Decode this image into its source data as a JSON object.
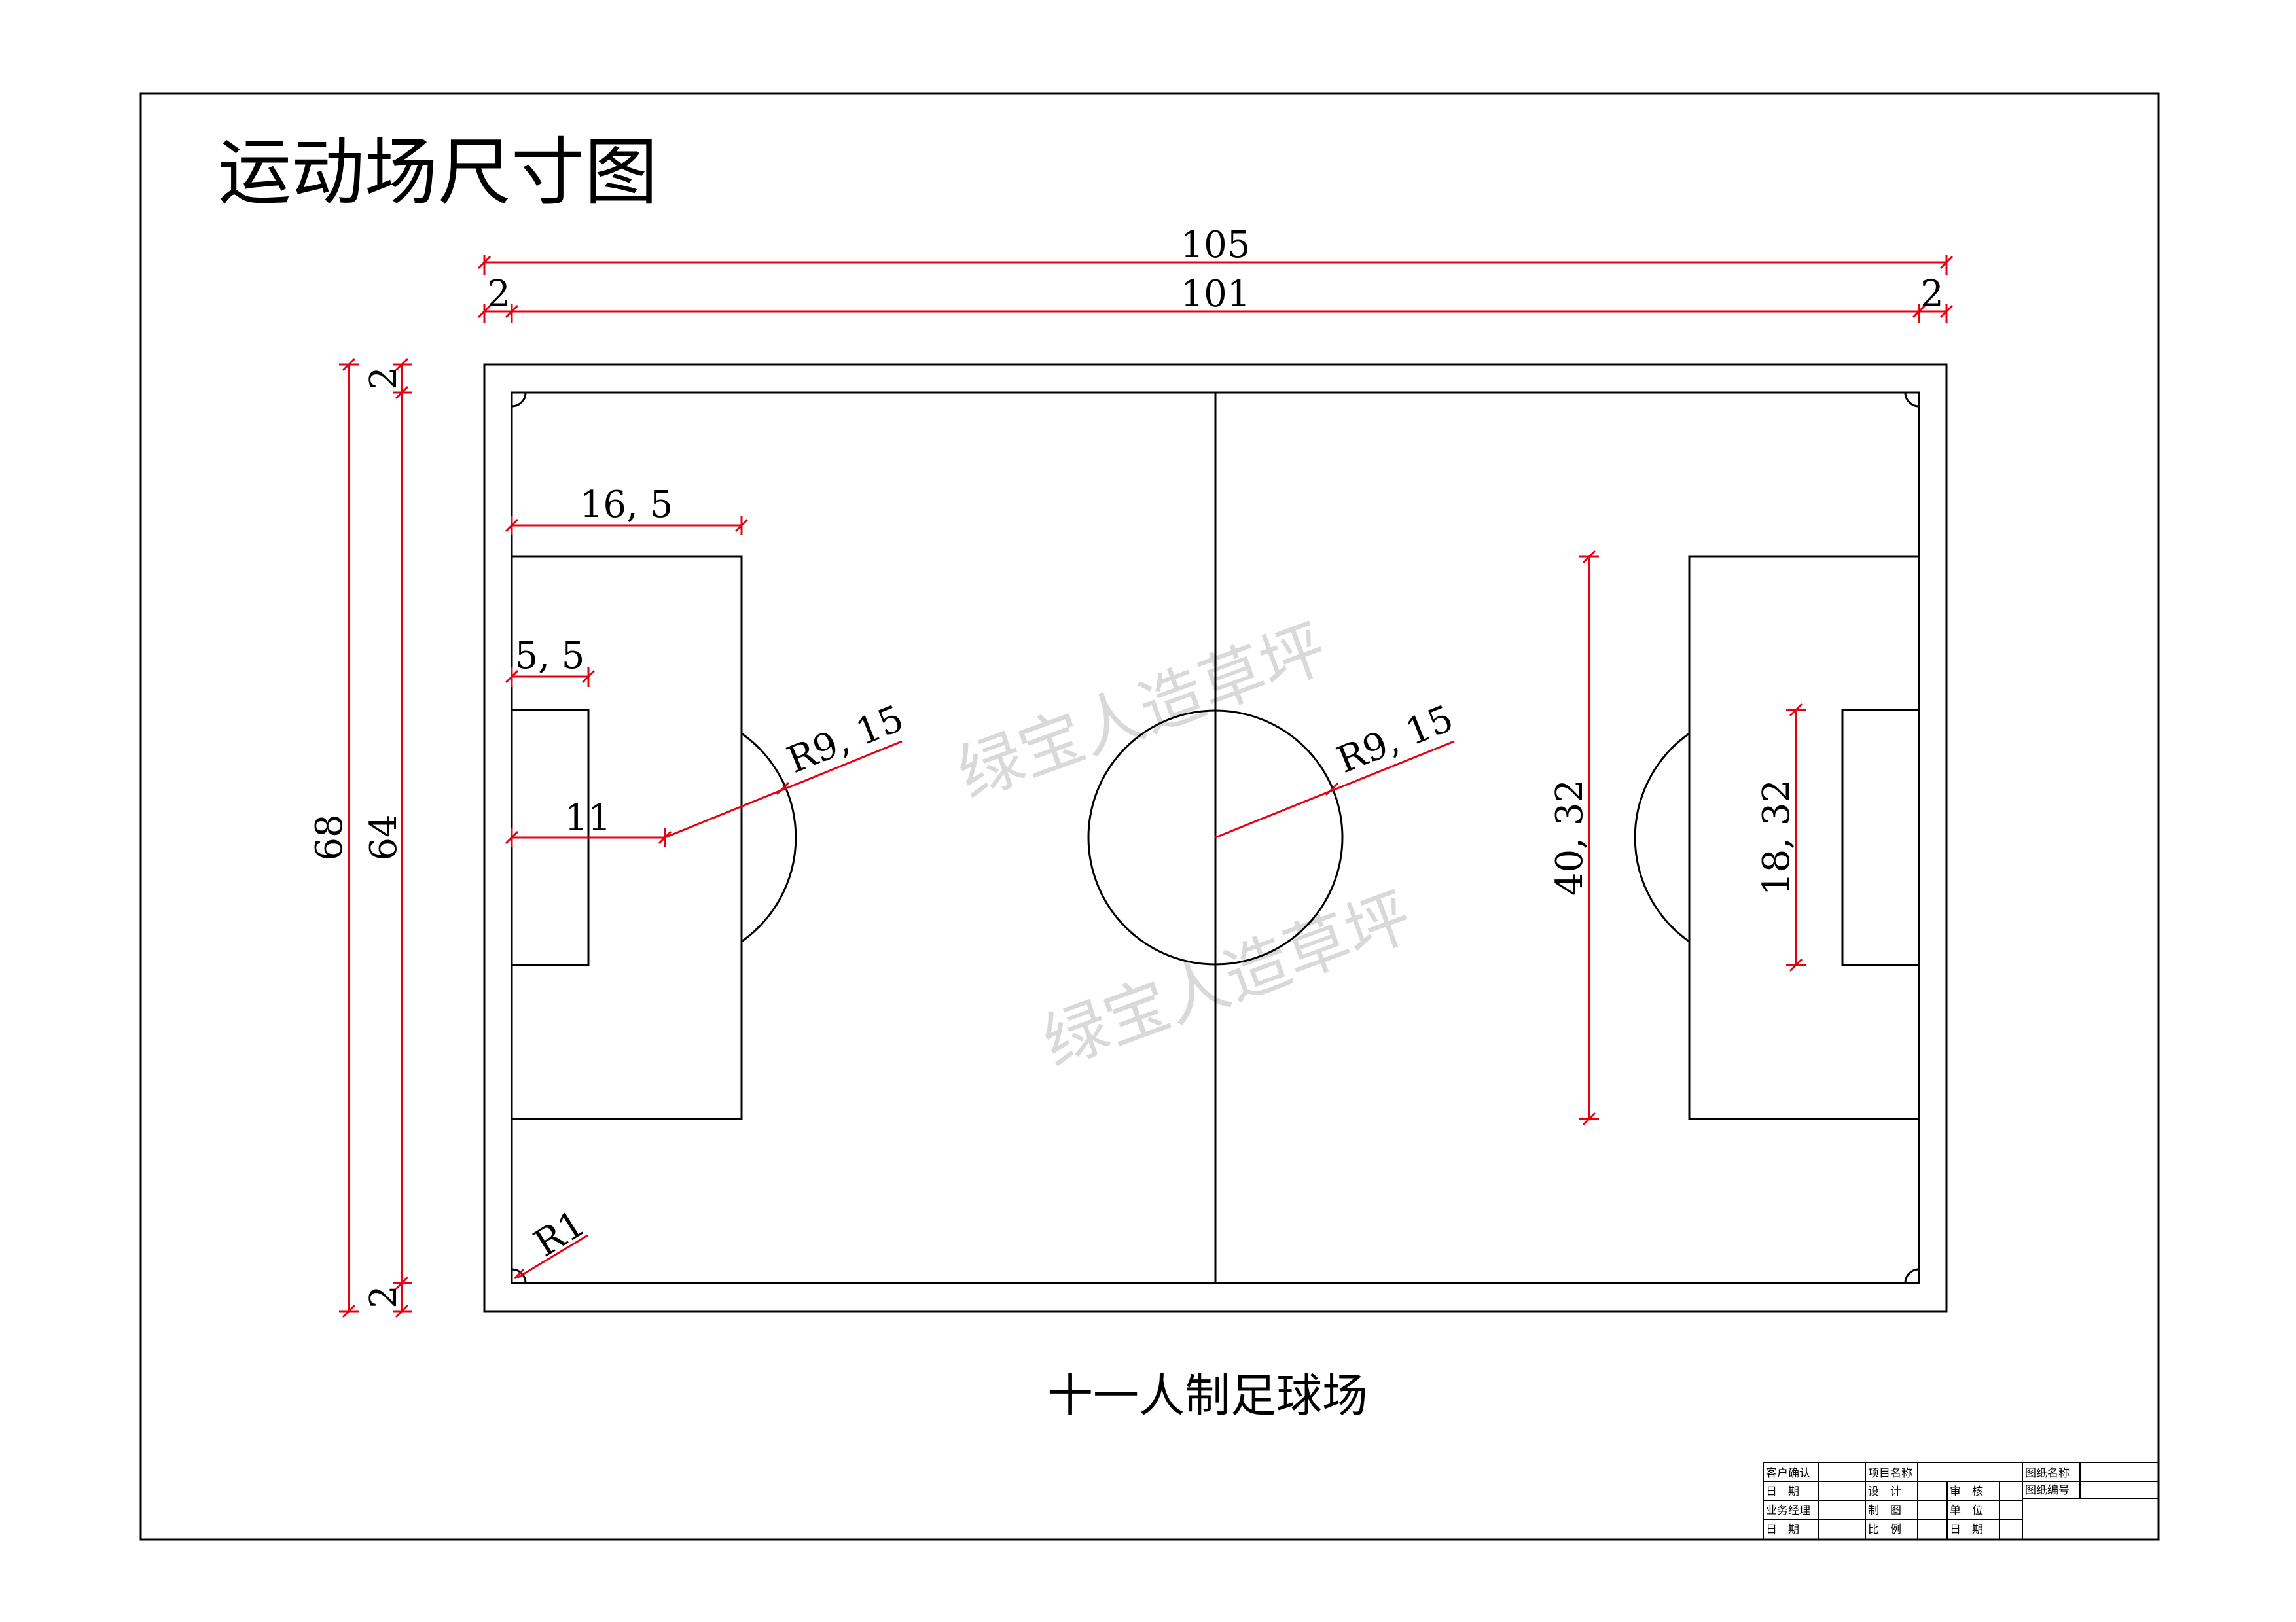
{
  "page_title": "运动场尺寸图",
  "field_caption": "十一人制足球场",
  "watermark": [
    "绿宝人造草坪",
    "绿宝人造草坪"
  ],
  "dimensions": {
    "total_length": "105",
    "field_length": "101",
    "margin_left": "2",
    "margin_right": "2",
    "total_width": "68",
    "field_width": "64",
    "margin_top": "2",
    "margin_bottom": "2",
    "penalty_depth": "16, 5",
    "goal_area_depth": "5, 5",
    "penalty_spot": "11",
    "penalty_arc_radius": "R9, 15",
    "center_circle_radius": "R9, 15",
    "penalty_area_width": "40, 32",
    "goal_area_width": "18, 32",
    "corner_radius": "R1"
  },
  "title_block": {
    "left_col": [
      "客户确认",
      "日　期",
      "业务经理",
      "日　期"
    ],
    "mid_col": [
      "项目名称",
      "设　计",
      "制　图",
      "比　例"
    ],
    "mid2_col": [
      "",
      "审　核",
      "单　位",
      "日　期"
    ],
    "right_col": [
      "图纸名称",
      "图纸编号"
    ]
  },
  "colors": {
    "line": "#000000",
    "dimension": "#e60012",
    "watermark": "#d9d9d9"
  }
}
